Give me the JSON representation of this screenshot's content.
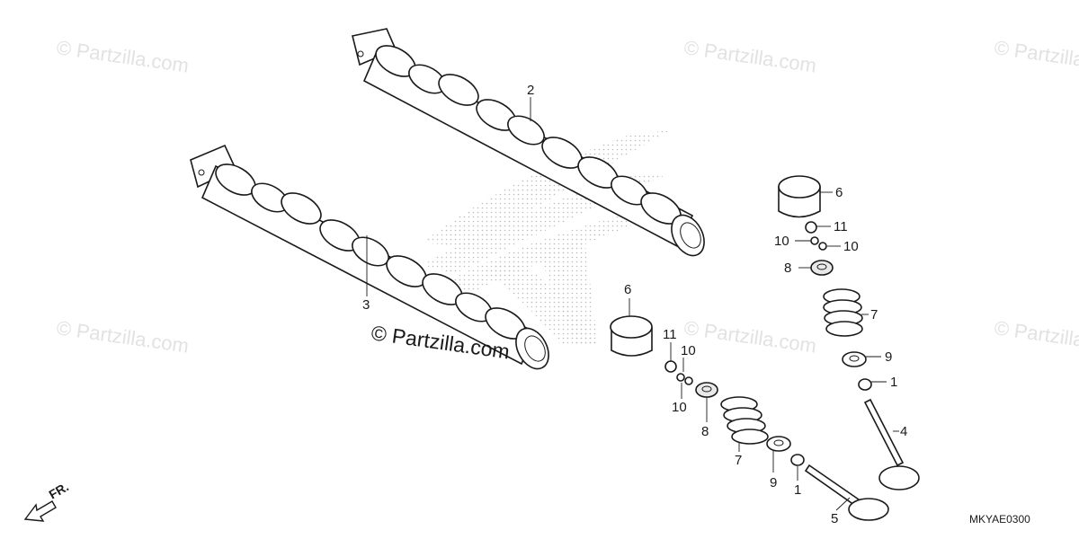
{
  "watermark": {
    "text": "© Partzilla.com",
    "color": "#e2e2e2"
  },
  "brand_stamp": {
    "text": "© Partzilla.com"
  },
  "diagram_code": "MKYAE0300",
  "front_indicator": {
    "label": "FR.",
    "icon": "front-arrow-icon"
  },
  "callouts": {
    "c1a": "1",
    "c1b": "1",
    "c2": "2",
    "c3": "3",
    "c4": "4",
    "c5": "5",
    "c6a": "6",
    "c6b": "6",
    "c7a": "7",
    "c7b": "7",
    "c8a": "8",
    "c8b": "8",
    "c9a": "9",
    "c9b": "9",
    "c10a": "10",
    "c10b": "10",
    "c10c": "10",
    "c10d": "10",
    "c11a": "11",
    "c11b": "11"
  },
  "colors": {
    "line": "#1a1a1a",
    "watermark": "#e2e2e2",
    "dots": "#b5b5b5"
  }
}
